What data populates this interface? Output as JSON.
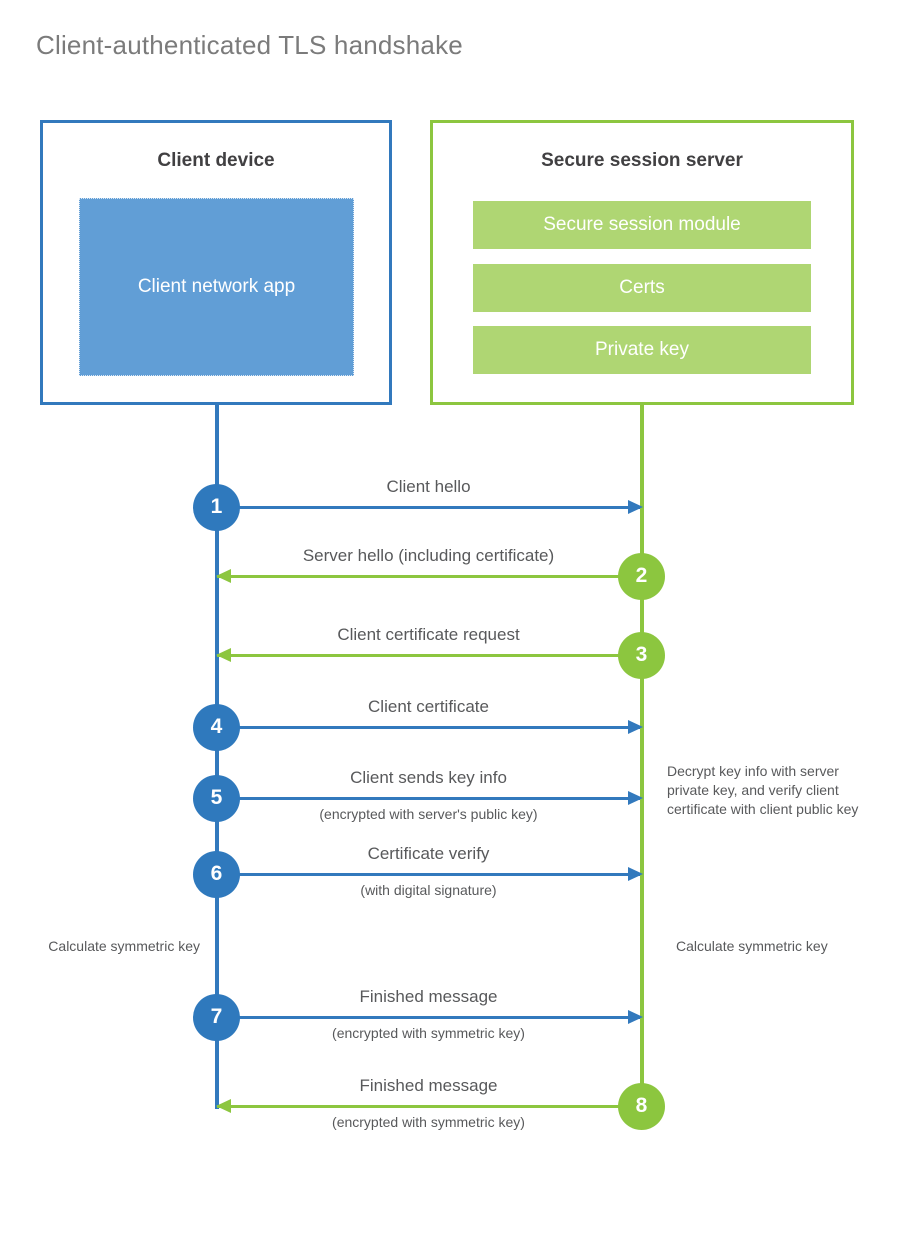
{
  "title": "Client-authenticated TLS handshake",
  "colors": {
    "blue_border": "#3279bd",
    "blue_fill": "#619ed6",
    "blue_circle": "#2f79bd",
    "green_border": "#8cc63f",
    "green_fill": "#afd673",
    "green_circle": "#8cc63f",
    "text": "#58595b",
    "title_text": "#7b7b7b",
    "heading_text": "#414042"
  },
  "parties": {
    "client": {
      "title": "Client device",
      "app_label": "Client network app"
    },
    "server": {
      "title": "Secure session server",
      "modules": [
        "Secure session module",
        "Certs",
        "Private key"
      ]
    }
  },
  "messages": [
    {
      "step": "1",
      "label": "Client hello",
      "sub": "",
      "direction": "client-to-server",
      "color": "blue"
    },
    {
      "step": "2",
      "label": "Server hello (including certificate)",
      "sub": "",
      "direction": "server-to-client",
      "color": "green"
    },
    {
      "step": "3",
      "label": "Client certificate request",
      "sub": "",
      "direction": "server-to-client",
      "color": "green"
    },
    {
      "step": "4",
      "label": "Client certificate",
      "sub": "",
      "direction": "client-to-server",
      "color": "blue"
    },
    {
      "step": "5",
      "label": "Client sends key info",
      "sub": "(encrypted with server's public key)",
      "direction": "client-to-server",
      "color": "blue"
    },
    {
      "step": "6",
      "label": "Certificate verify",
      "sub": "(with digital signature)",
      "direction": "client-to-server",
      "color": "blue"
    },
    {
      "step": "7",
      "label": "Finished message",
      "sub": "(encrypted with symmetric key)",
      "direction": "client-to-server",
      "color": "blue"
    },
    {
      "step": "8",
      "label": "Finished message",
      "sub": "(encrypted with symmetric key)",
      "direction": "server-to-client",
      "color": "green"
    }
  ],
  "annotations": {
    "server_decrypt": "Decrypt key info with server private key, and verify client certificate with client public key",
    "client_calculate": "Calculate symmetric key",
    "server_calculate": "Calculate symmetric key"
  }
}
